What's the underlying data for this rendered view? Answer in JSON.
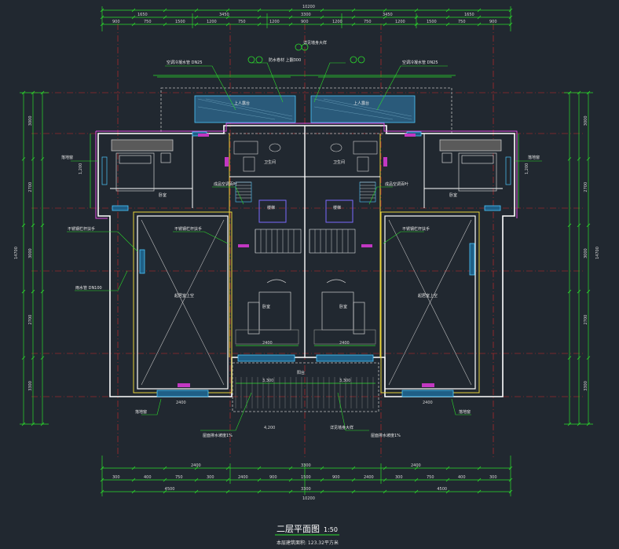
{
  "title": "二层平面图",
  "scale": "1:50",
  "area_note": "本层建筑面积: 123.32平方米",
  "dimensions": {
    "top_total": "10200",
    "bottom_total": "10200",
    "left_total": "14700",
    "right_total": "14700",
    "top_row": [
      "1650",
      "3450",
      "3300",
      "3450",
      "1650"
    ],
    "top_detail": [
      "900",
      "750",
      "1500",
      "1200",
      "750",
      "1200",
      "900",
      "1200",
      "750",
      "1200",
      "1500",
      "750",
      "900"
    ],
    "bottom_row": [
      "2400",
      "3300",
      "2400"
    ],
    "bottom_detail": [
      "300",
      "400",
      "750",
      "300",
      "2400",
      "900",
      "1500",
      "900",
      "2400",
      "300",
      "750",
      "400",
      "300"
    ],
    "bottom_mid": [
      "4500",
      "3300",
      "4500"
    ],
    "left_col": [
      "3000",
      "2700",
      "3000",
      "2700",
      "3300"
    ],
    "right_col": [
      "3000",
      "2700",
      "3000",
      "2700",
      "3300"
    ],
    "inner": [
      "1200",
      "3,300",
      "3,300",
      "2400",
      "2400",
      "1,200",
      "1,200",
      "4,200"
    ]
  },
  "rooms": {
    "terrace_left": "上人露台",
    "terrace_right": "上人露台",
    "bedroom_left": "卧室",
    "bedroom_right": "卧室",
    "master_left": "起居室上空",
    "master_right": "起居室上空",
    "toilet_left": "卫生间",
    "toilet_right": "卫生间",
    "stair_left": "楼梯",
    "stair_right": "楼梯",
    "bath_left": "卧室",
    "bath_right": "卧室",
    "balcony": "阳台"
  },
  "annotations": {
    "n1": "空调冷凝水管 DN25",
    "n2": "防水卷材 上翻300",
    "n3": "不锈钢栏杆扶手",
    "n4": "成品空调百叶",
    "n5": "雨水管 DN100",
    "n6": "屋面排水坡度1%",
    "n7": "详见墙身大样",
    "n8": "落地窗"
  },
  "colors": {
    "background": "#212830",
    "wall": "#ffffff",
    "dimension": "#2bdc2b",
    "axis": "#e02b2b",
    "window": "#4cc9ff",
    "exterior": "#e04ae0",
    "inner_wall": "#e8d23a",
    "furniture": "#d0d0d0",
    "text": "#e8e8e8",
    "accent_green": "#2bdc2b"
  }
}
